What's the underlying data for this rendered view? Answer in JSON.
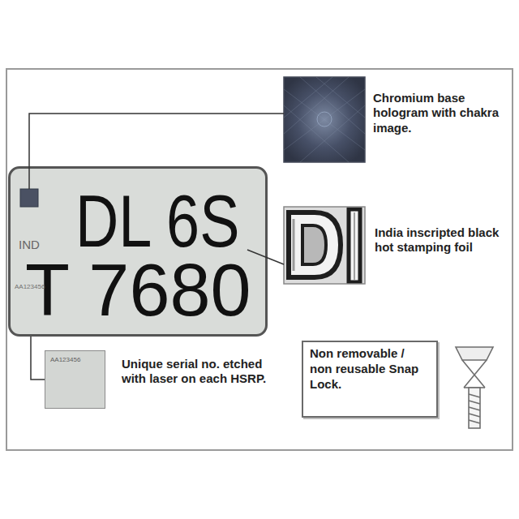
{
  "diagram": {
    "nodes": [
      {
        "text": [
          "DL 6S",
          "T 7680",
          "IND",
          "AA123456"
        ]
      },
      {
        "text": [
          "AA123456"
        ]
      },
      {
        "text": [
          "Non removable / non reusable Snap Lock."
        ]
      }
    ],
    "edges": [
      {
        "from": 0,
        "to": 1,
        "arrow": "none"
      }
    ],
    "labels": [
      "Chromium base hologram with chakra image.",
      "India inscripted black hot stamping foil",
      "Unique serial no. etched with laser on each HSRP."
    ]
  }
}
